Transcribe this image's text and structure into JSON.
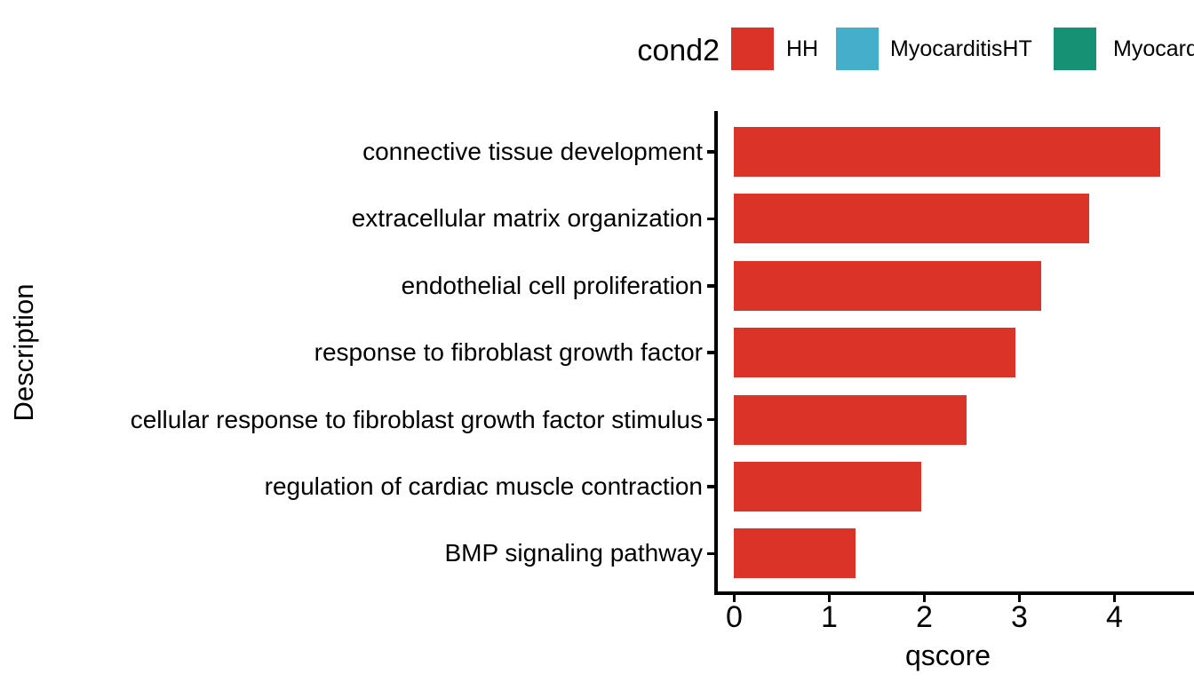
{
  "legend": {
    "title": "cond2",
    "items": [
      {
        "label": "HH",
        "color": "#DB3327"
      },
      {
        "label": "MyocarditisHT",
        "color": "#45AFCB"
      },
      {
        "label": "Myocard",
        "color": "#169173",
        "clipped_by_viewport": true
      }
    ]
  },
  "chart_data": {
    "type": "bar",
    "orientation": "horizontal",
    "title": "",
    "xlabel": "qscore",
    "ylabel": "Description",
    "legend_title": "cond2",
    "legend_position": "top",
    "grid": false,
    "background": "#FFFFFF",
    "bar_color": "#DB3327",
    "series_name": "HH",
    "categories": [
      "connective tissue development",
      "extracellular matrix organization",
      "endothelial cell proliferation",
      "response to fibroblast growth factor",
      "cellular response to fibroblast growth factor stimulus",
      "regulation of cardiac muscle contraction",
      "BMP signaling pathway"
    ],
    "values": [
      4.49,
      3.74,
      3.23,
      2.96,
      2.45,
      1.97,
      1.28
    ],
    "xlim": [
      0,
      4.84
    ],
    "xticks": [
      "0",
      "1",
      "2",
      "3",
      "4"
    ]
  }
}
